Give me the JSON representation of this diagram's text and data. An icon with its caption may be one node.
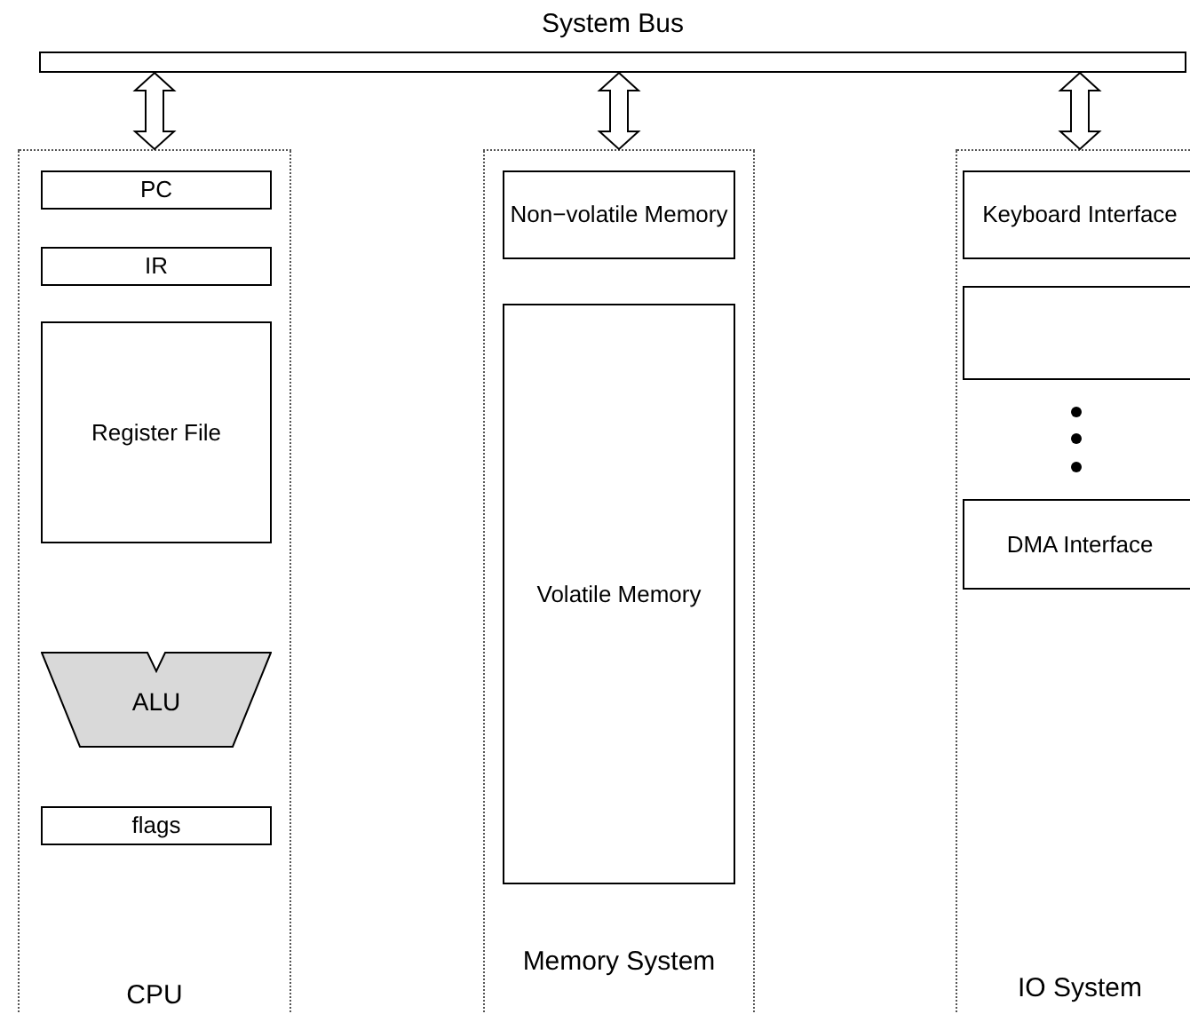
{
  "diagram": {
    "nodes": [
      {
        "text": [
          "System Bus"
        ]
      },
      {
        "text": [
          "CPU"
        ]
      },
      {
        "text": [
          "PC"
        ],
        "in": 1
      },
      {
        "text": [
          "IR"
        ],
        "in": 1
      },
      {
        "text": [
          "Register File"
        ],
        "in": 1
      },
      {
        "text": [
          "ALU"
        ],
        "in": 1
      },
      {
        "text": [
          "flags"
        ],
        "in": 1
      },
      {
        "text": [
          "Memory System"
        ]
      },
      {
        "text": [
          "Non−volatile Memory"
        ],
        "in": 7
      },
      {
        "text": [
          "Volatile Memory"
        ],
        "in": 7
      },
      {
        "text": [
          "IO System"
        ]
      },
      {
        "text": [
          "Keyboard Interface"
        ],
        "in": 10
      },
      {
        "text": [],
        "shape": "box",
        "in": 10
      },
      {
        "text": [
          "DMA Interface"
        ],
        "in": 10
      }
    ],
    "edges": [
      {
        "from": 0,
        "to": 1,
        "arrow": "both"
      },
      {
        "from": 0,
        "to": 7,
        "arrow": "both"
      },
      {
        "from": 0,
        "to": 10,
        "arrow": "both"
      }
    ]
  }
}
